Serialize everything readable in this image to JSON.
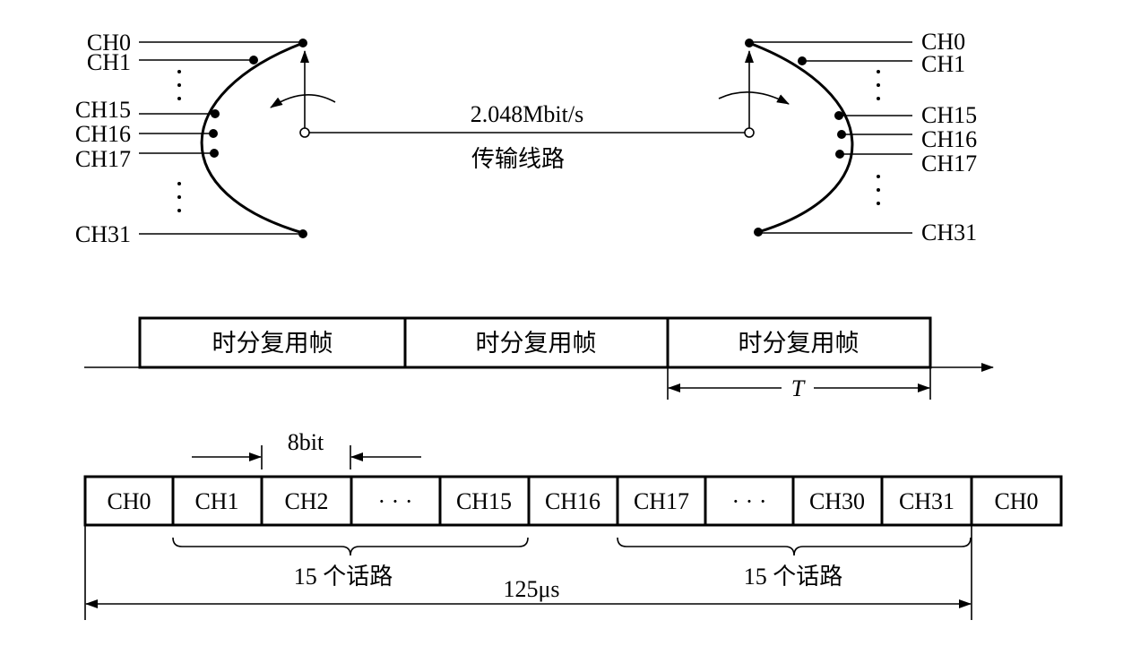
{
  "mux": {
    "left_channels": [
      "CH0",
      "CH1",
      "CH15",
      "CH16",
      "CH17",
      "CH31"
    ],
    "right_channels": [
      "CH0",
      "CH1",
      "CH15",
      "CH16",
      "CH17",
      "CH31"
    ],
    "line_rate": "2.048Mbit/s",
    "line_name": "传输线路"
  },
  "frames": {
    "labels": [
      "时分复用帧",
      "时分复用帧",
      "时分复用帧"
    ],
    "period": "T"
  },
  "slots": {
    "slot_width": "8bit",
    "cells": [
      "CH0",
      "CH1",
      "CH2",
      "· · ·",
      "CH15",
      "CH16",
      "CH17",
      "· · ·",
      "CH30",
      "CH31",
      "CH0"
    ],
    "group1": "15 个话路",
    "group2": "15 个话路",
    "frame_duration": "125μs"
  }
}
